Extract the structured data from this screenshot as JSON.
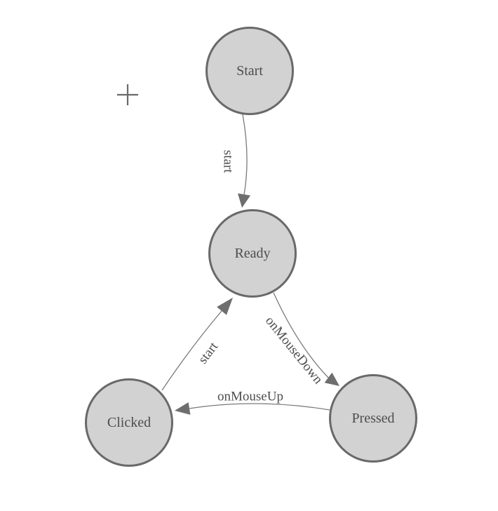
{
  "colors": {
    "canvas_bg": "#ffffff",
    "node_fill": "#d2d2d2",
    "node_stroke": "#696969",
    "edge_stroke": "#7a7a7a",
    "arrow_fill": "#6e6e6e",
    "label_text": "#4d4d4d",
    "marker": "#6a6a6a"
  },
  "diagram": {
    "nodes": [
      {
        "id": "start",
        "label": "Start"
      },
      {
        "id": "ready",
        "label": "Ready"
      },
      {
        "id": "clicked",
        "label": "Clicked"
      },
      {
        "id": "pressed",
        "label": "Pressed"
      }
    ],
    "edges": [
      {
        "from": "Start",
        "to": "Ready",
        "label": "start"
      },
      {
        "from": "Ready",
        "to": "Pressed",
        "label": "onMouseDown"
      },
      {
        "from": "Pressed",
        "to": "Clicked",
        "label": "onMouseUp"
      },
      {
        "from": "Clicked",
        "to": "Ready",
        "label": "start"
      }
    ]
  }
}
